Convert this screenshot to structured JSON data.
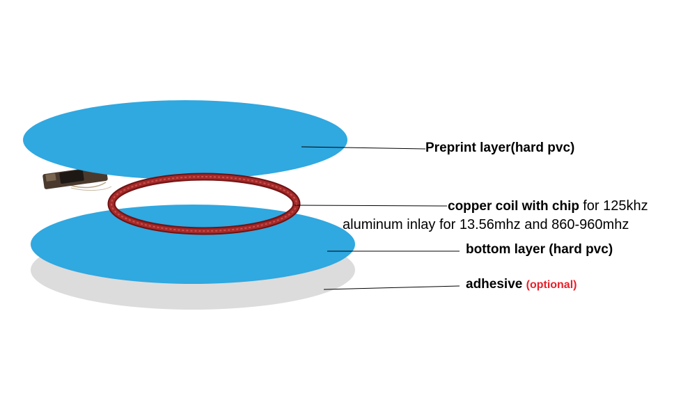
{
  "labels": {
    "preprint": "Preprint layer(hard pvc)",
    "coil_main": "copper coil with chip",
    "coil_freq": "for 125khz",
    "aluminum": "aluminum inlay for 13.56mhz and 860-960mhz",
    "bottom": "bottom layer (hard pvc)",
    "adhesive": "adhesive",
    "optional": "(optional)"
  },
  "colors": {
    "layer_blue": "#30a8e0",
    "adhesive_gray": "#dcdcdc",
    "coil_red": "#8b1a1a",
    "optional_red": "#e8202a"
  }
}
